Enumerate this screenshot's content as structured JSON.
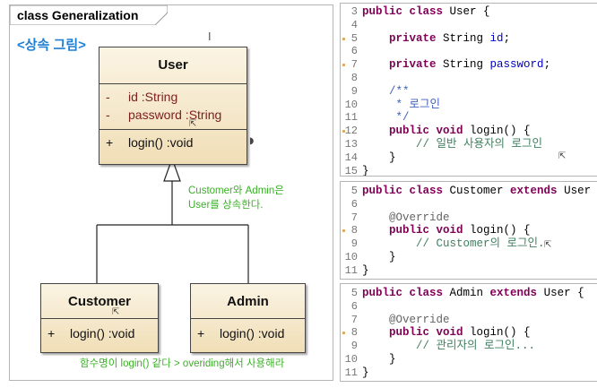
{
  "diagram": {
    "tab_title": "class Generalization",
    "subtitle": "<상속 그림>",
    "classes": [
      {
        "name": "User",
        "attributes": [
          {
            "vis": "-",
            "text": "id  :String"
          },
          {
            "vis": "-",
            "text": "password  :String"
          }
        ],
        "operations": [
          {
            "vis": "+",
            "text": "login() :void"
          }
        ]
      },
      {
        "name": "Customer",
        "operations": [
          {
            "vis": "+",
            "text": "login()  :void"
          }
        ]
      },
      {
        "name": "Admin",
        "operations": [
          {
            "vis": "+",
            "text": "login()  :void"
          }
        ]
      }
    ],
    "note_inherit": [
      "Customer와 Admin은",
      "User를 상속한다."
    ],
    "note_override": "함수명이 login() 같다  > overiding해서 사용해라"
  },
  "code_panels": [
    {
      "lines": [
        {
          "n": "3",
          "marker": false,
          "parts": [
            [
              "kw",
              "public class "
            ],
            [
              "",
              "User {"
            ]
          ]
        },
        {
          "n": "4",
          "marker": false,
          "parts": []
        },
        {
          "n": "5",
          "marker": true,
          "parts": [
            [
              "",
              "    "
            ],
            [
              "kw",
              "private "
            ],
            [
              "",
              "String "
            ],
            [
              "fld",
              "id"
            ],
            [
              "",
              ";"
            ]
          ]
        },
        {
          "n": "6",
          "marker": false,
          "parts": []
        },
        {
          "n": "7",
          "marker": true,
          "parts": [
            [
              "",
              "    "
            ],
            [
              "kw",
              "private "
            ],
            [
              "",
              "String "
            ],
            [
              "fld",
              "password"
            ],
            [
              "",
              ";"
            ]
          ]
        },
        {
          "n": "8",
          "marker": false,
          "parts": []
        },
        {
          "n": "9",
          "marker": false,
          "parts": [
            [
              "",
              "    "
            ],
            [
              "jdoc",
              "/**"
            ]
          ]
        },
        {
          "n": "10",
          "marker": false,
          "parts": [
            [
              "",
              "     "
            ],
            [
              "jdoc",
              "* 로그인"
            ]
          ]
        },
        {
          "n": "11",
          "marker": false,
          "parts": [
            [
              "",
              "     "
            ],
            [
              "jdoc",
              "*/"
            ]
          ]
        },
        {
          "n": "12",
          "marker": true,
          "parts": [
            [
              "",
              "    "
            ],
            [
              "kw",
              "public void "
            ],
            [
              "",
              "login() {"
            ]
          ]
        },
        {
          "n": "13",
          "marker": false,
          "parts": [
            [
              "",
              "        "
            ],
            [
              "cmt",
              "// 일반 사용자의 로그인"
            ]
          ]
        },
        {
          "n": "14",
          "marker": false,
          "parts": [
            [
              "",
              "    }"
            ]
          ]
        },
        {
          "n": "15",
          "marker": false,
          "parts": [
            [
              "",
              "}"
            ]
          ]
        }
      ]
    },
    {
      "lines": [
        {
          "n": "5",
          "marker": false,
          "parts": [
            [
              "kw",
              "public class "
            ],
            [
              "",
              "Customer "
            ],
            [
              "kw",
              "extends "
            ],
            [
              "",
              "User {"
            ]
          ]
        },
        {
          "n": "6",
          "marker": false,
          "parts": []
        },
        {
          "n": "7",
          "marker": false,
          "parts": [
            [
              "",
              "    "
            ],
            [
              "ann",
              "@Override"
            ]
          ]
        },
        {
          "n": "8",
          "marker": true,
          "parts": [
            [
              "",
              "    "
            ],
            [
              "kw",
              "public void "
            ],
            [
              "",
              "login() {"
            ]
          ]
        },
        {
          "n": "9",
          "marker": false,
          "parts": [
            [
              "",
              "        "
            ],
            [
              "cmt",
              "// Customer의 로그인."
            ]
          ]
        },
        {
          "n": "10",
          "marker": false,
          "parts": [
            [
              "",
              "    }"
            ]
          ]
        },
        {
          "n": "11",
          "marker": false,
          "parts": [
            [
              "",
              "}"
            ]
          ]
        }
      ]
    },
    {
      "lines": [
        {
          "n": "5",
          "marker": false,
          "parts": [
            [
              "kw",
              "public class "
            ],
            [
              "",
              "Admin "
            ],
            [
              "kw",
              "extends "
            ],
            [
              "",
              "User {"
            ]
          ]
        },
        {
          "n": "6",
          "marker": false,
          "parts": []
        },
        {
          "n": "7",
          "marker": false,
          "parts": [
            [
              "",
              "    "
            ],
            [
              "ann",
              "@Override"
            ]
          ]
        },
        {
          "n": "8",
          "marker": true,
          "parts": [
            [
              "",
              "    "
            ],
            [
              "kw",
              "public void "
            ],
            [
              "",
              "login() {"
            ]
          ]
        },
        {
          "n": "9",
          "marker": false,
          "parts": [
            [
              "",
              "        "
            ],
            [
              "cmt",
              "// 관리자의 로그인..."
            ]
          ]
        },
        {
          "n": "10",
          "marker": false,
          "parts": [
            [
              "",
              "    }"
            ]
          ]
        },
        {
          "n": "11",
          "marker": false,
          "parts": [
            [
              "",
              "}"
            ]
          ]
        }
      ]
    }
  ]
}
